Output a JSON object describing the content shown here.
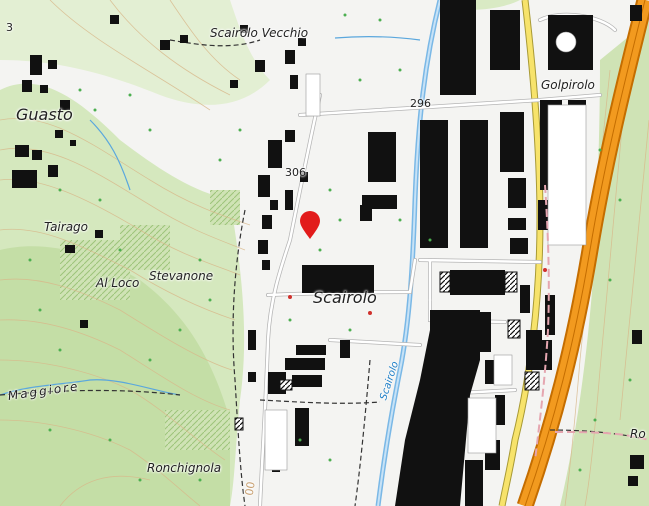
{
  "map": {
    "labels": {
      "scairolo_vecchio": "Scairolo Vecchio",
      "golpirolo": "Golpirolo",
      "guasto": "Guasto",
      "tairago": "Tairago",
      "stevanone": "Stevanone",
      "al_loco": "Al Loco",
      "scairolo": "Scairolo",
      "maggiore": "Maggiore",
      "ronchignola": "Ronchignola",
      "scairolo_river": "Scairolo",
      "ro": "Ro",
      "edge_3": "3",
      "spot_296": "296",
      "spot_306": "306",
      "edge_00": "00"
    },
    "colors": {
      "background": "#f4f4f2",
      "forest": "#cfe3b5",
      "vineyard": "#b9d79a",
      "building": "#111111",
      "motorway": "#f29a1f",
      "main_road": "#f7e36b",
      "river": "#7ab8e6",
      "marker": "#e21b1b"
    },
    "marker_icon": "map-pin-icon"
  }
}
